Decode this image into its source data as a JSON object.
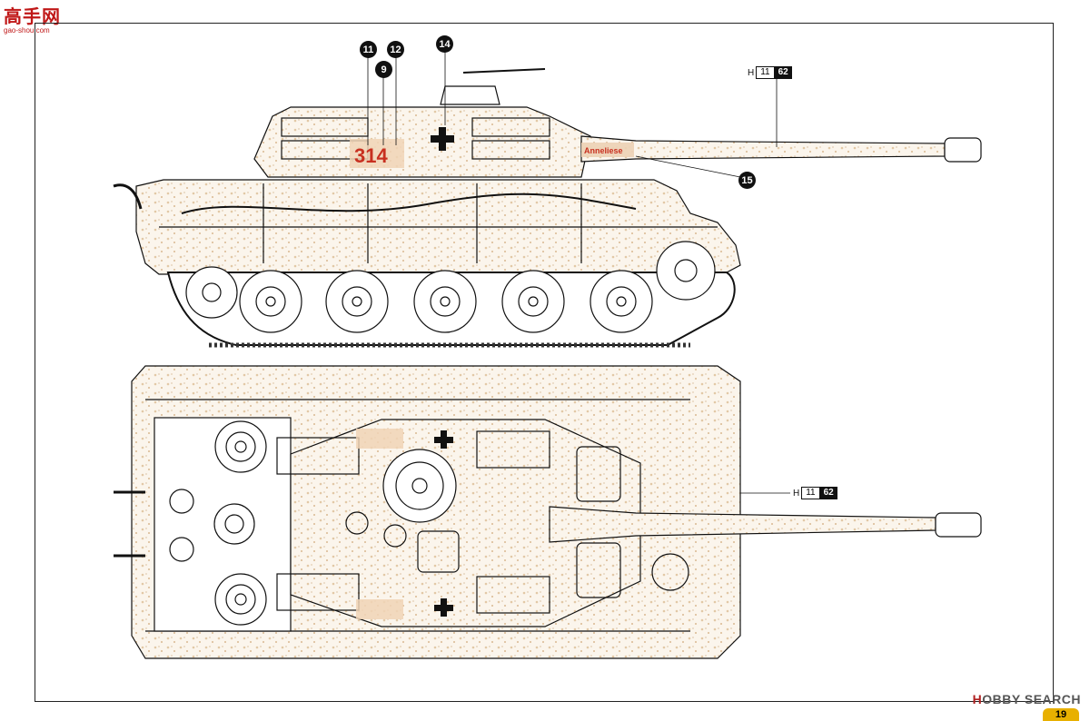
{
  "watermark": {
    "logo_text": "高手网",
    "logo_sub": "gao-shou.com"
  },
  "callouts": {
    "c11": "11",
    "c12": "12",
    "c9": "9",
    "c14": "14",
    "c15": "15"
  },
  "markings": {
    "turret_number": "314",
    "barrel_name": "Anneliese"
  },
  "color_codes": {
    "side": {
      "prefix": "H",
      "code": "11",
      "dark": "62"
    },
    "top": {
      "prefix": "H",
      "code": "11",
      "dark": "62"
    }
  },
  "footer": {
    "brand_a": "H",
    "brand_b": "OBBY",
    "brand_c": "SEARCH",
    "page": "19"
  },
  "colors": {
    "ink": "#111111",
    "marking_red": "#c83020",
    "camo_tint": "#f2e2cf",
    "brand_red": "#c01818"
  }
}
